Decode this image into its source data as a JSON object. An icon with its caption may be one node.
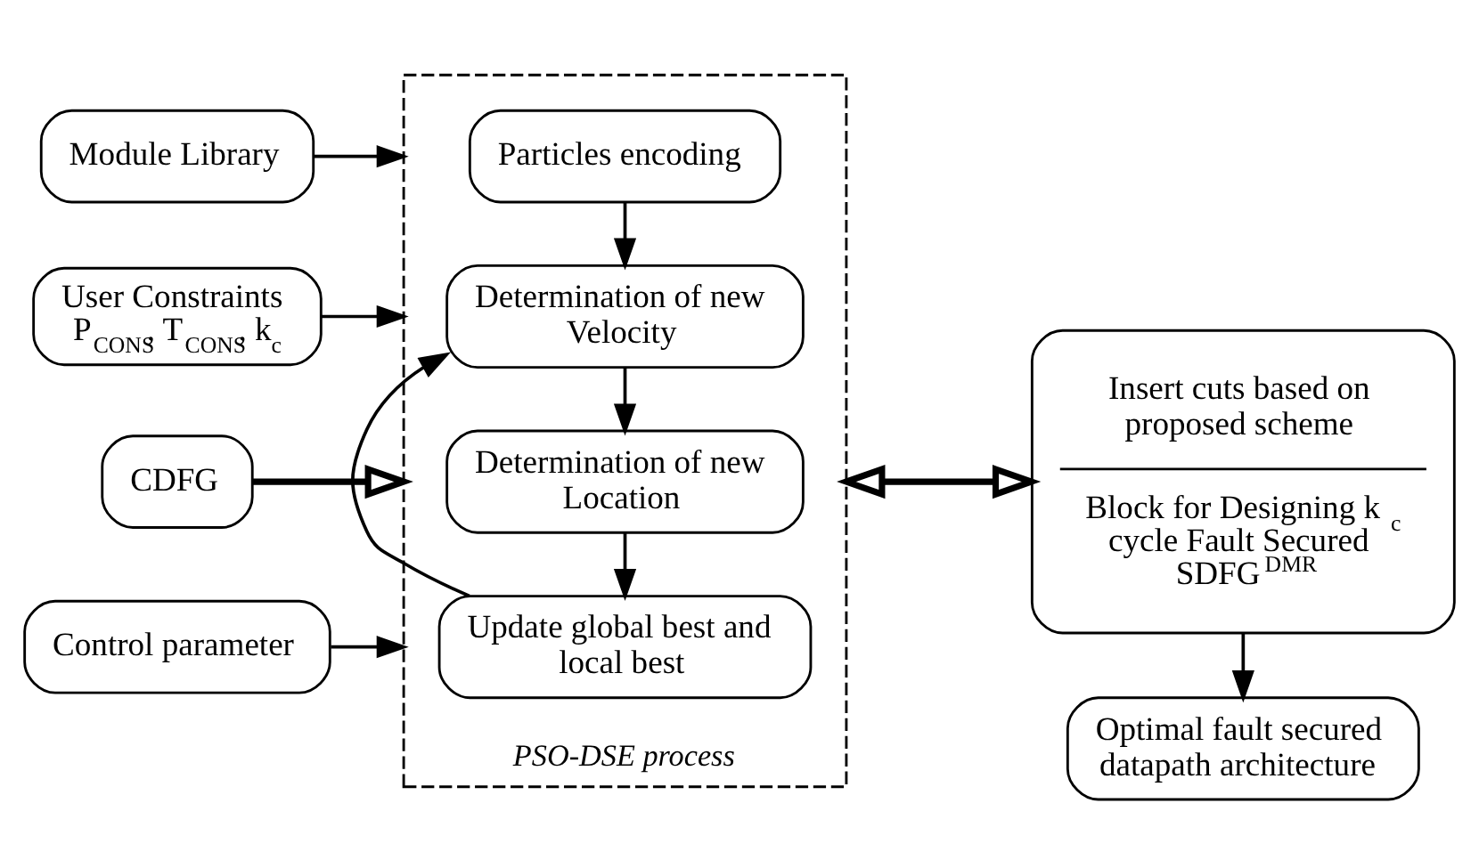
{
  "diagram": {
    "nodes": [
      {
        "text": [
          "Module Library"
        ]
      },
      {
        "text": [
          "User Constraints P$_{CONS}$, T$_{CONS}$, k$_{c}$"
        ]
      },
      {
        "text": [
          "CDFG"
        ]
      },
      {
        "text": [
          "Control parameter"
        ]
      },
      {
        "text": [
          "PSO-DSE process"
        ]
      },
      {
        "text": [
          "Particles encoding"
        ],
        "in": 4
      },
      {
        "text": [
          "Determination of new Velocity"
        ],
        "in": 4
      },
      {
        "text": [
          "Determination of new Location"
        ],
        "in": 4
      },
      {
        "text": [
          "Update global best and local best"
        ],
        "in": 4
      },
      {
        "text": [
          "Insert cuts based on proposed scheme",
          "Block for Designing k$_{c}$ cycle Fault Secured SDFG$^{DMR}$"
        ]
      },
      {
        "text": [
          "Optimal fault secured datapath architecture"
        ]
      }
    ],
    "edges": [
      {
        "from": 0,
        "to": 4,
        "arrow": "to"
      },
      {
        "from": 1,
        "to": 4,
        "arrow": "to"
      },
      {
        "from": 2,
        "to": 4,
        "arrow": "to",
        "style": "thick"
      },
      {
        "from": 3,
        "to": 4,
        "arrow": "to"
      },
      {
        "from": 5,
        "to": 6,
        "arrow": "to"
      },
      {
        "from": 6,
        "to": 7,
        "arrow": "to"
      },
      {
        "from": 7,
        "to": 8,
        "arrow": "to"
      },
      {
        "from": 8,
        "to": 6,
        "arrow": "to"
      },
      {
        "from": 4,
        "to": 9,
        "arrow": "both",
        "style": "thick"
      },
      {
        "from": 9,
        "to": 10,
        "arrow": "to"
      }
    ]
  }
}
